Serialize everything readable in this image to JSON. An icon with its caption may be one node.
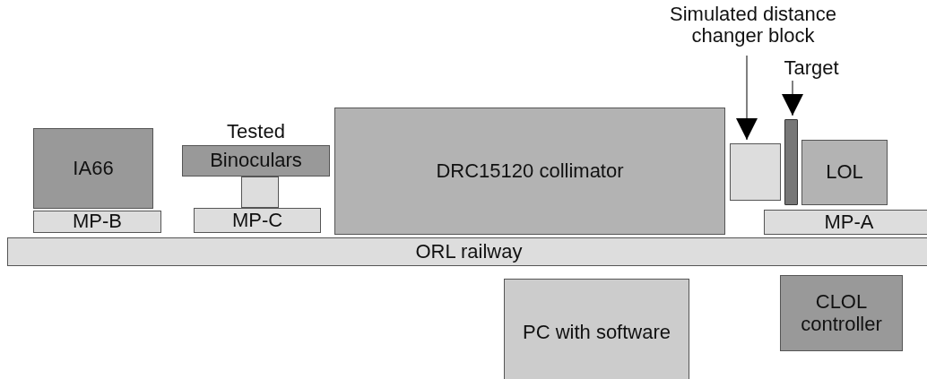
{
  "diagram": {
    "nodes": [
      {
        "text": [
          "IA66"
        ]
      },
      {
        "text": [
          "MP-B"
        ]
      },
      {
        "text": [
          "Tested",
          "Binoculars"
        ]
      },
      {
        "text": [],
        "shape": "box"
      },
      {
        "text": [
          "MP-C"
        ]
      },
      {
        "text": [
          "DRC15120 collimator"
        ]
      },
      {
        "text": [
          "Simulated distance changer block"
        ]
      },
      {
        "text": [],
        "shape": "box"
      },
      {
        "text": [
          "Target"
        ]
      },
      {
        "text": [],
        "shape": "bar"
      },
      {
        "text": [
          "LOL"
        ]
      },
      {
        "text": [
          "MP-A"
        ]
      },
      {
        "text": [
          "ORL railway"
        ]
      },
      {
        "text": [
          "PC with software"
        ]
      },
      {
        "text": [
          "CLOL controller"
        ]
      }
    ],
    "edges": [
      {
        "from": 6,
        "to": 7,
        "arrow": "to"
      },
      {
        "from": 8,
        "to": 9,
        "arrow": "to"
      }
    ]
  }
}
